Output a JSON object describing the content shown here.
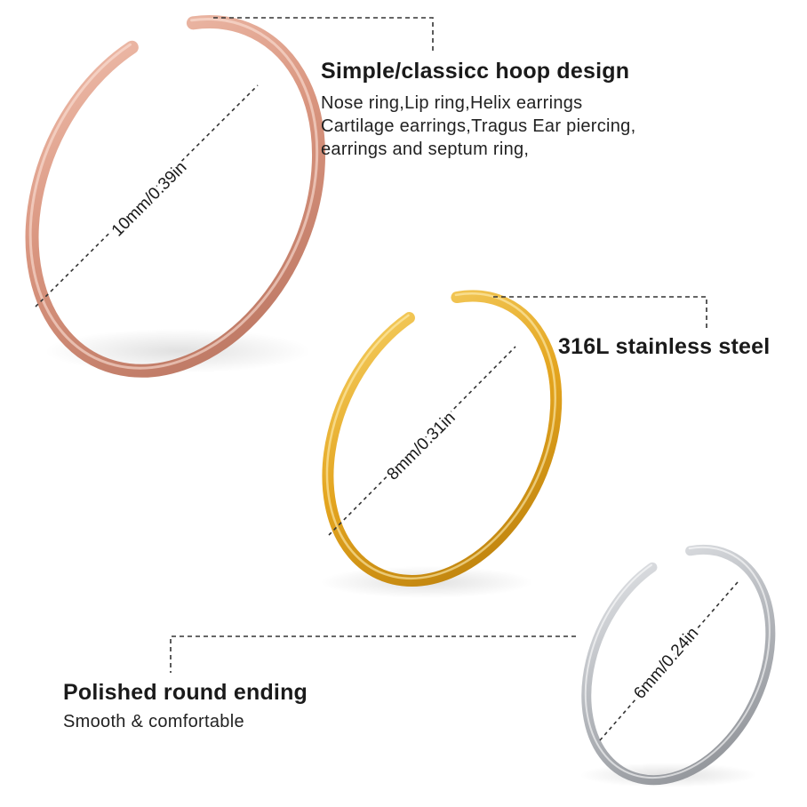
{
  "features": {
    "hoop": {
      "title": "Simple/classicc hoop design",
      "lines": [
        "Nose ring,Lip ring,Helix earrings",
        "Cartilage earrings,Tragus Ear piercing,",
        "earrings and septum ring,"
      ]
    },
    "material": {
      "title": "316L stainless steel"
    },
    "ending": {
      "title": "Polished round ending",
      "subtitle": "Smooth & comfortable"
    }
  },
  "rings": {
    "large": {
      "size": "10mm/0.39in",
      "color": "#d79a86"
    },
    "medium": {
      "size": "8mm/0.31in",
      "color": "#e0a520"
    },
    "small": {
      "size": "6mm/0.24in",
      "color": "#b9bcc1"
    }
  }
}
